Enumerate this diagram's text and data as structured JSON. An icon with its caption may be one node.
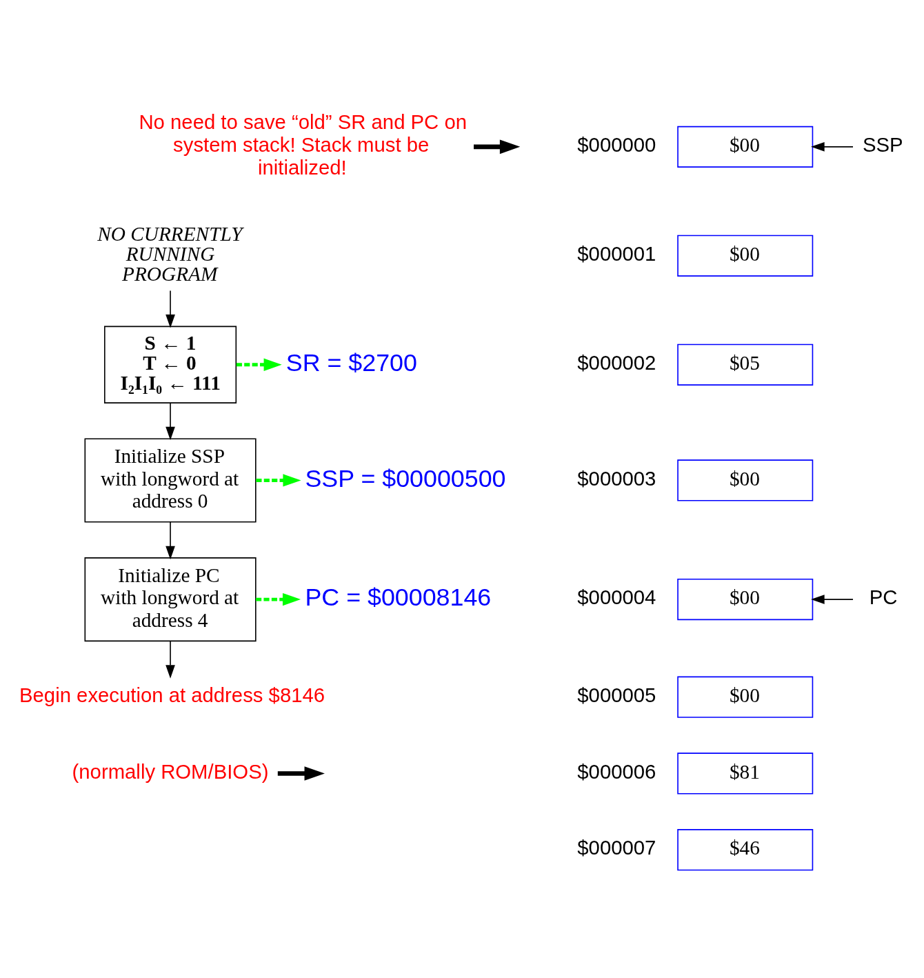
{
  "diagram": {
    "nodes": [
      {
        "text": [
          "NO CURRENTLY RUNNING PROGRAM"
        ]
      },
      {
        "text": [
          "S ← 1",
          "T ← 0",
          "I₂I₁I₀ ← 111"
        ]
      },
      {
        "text": [
          "SR = $2700"
        ]
      },
      {
        "text": [
          "No need to save “old” SR and PC on system stack! Stack must be initialized!"
        ]
      },
      {
        "text": [
          "Initialize SSP with longword at address 0"
        ]
      },
      {
        "text": [
          "SSP = $00000500"
        ]
      },
      {
        "text": [
          "Initialize PC with longword at address 4"
        ]
      },
      {
        "text": [
          "PC = $00008146"
        ]
      },
      {
        "text": [
          "Begin execution at address $8146"
        ]
      },
      {
        "text": [
          "(normally ROM/BIOS)"
        ]
      },
      {
        "text": [
          "$00"
        ],
        "beside": [
          "$000000"
        ]
      },
      {
        "text": [
          "$00"
        ],
        "beside": [
          "$000001"
        ]
      },
      {
        "text": [
          "$05"
        ],
        "beside": [
          "$000002"
        ]
      },
      {
        "text": [
          "$00"
        ],
        "beside": [
          "$000003"
        ]
      },
      {
        "text": [
          "$00"
        ],
        "beside": [
          "$000004"
        ]
      },
      {
        "text": [
          "$00"
        ],
        "beside": [
          "$000005"
        ]
      },
      {
        "text": [
          "$81"
        ],
        "beside": [
          "$000006"
        ]
      },
      {
        "text": [
          "$46"
        ],
        "beside": [
          "$000007"
        ]
      },
      {
        "text": [
          "SSP"
        ]
      },
      {
        "text": [
          "PC"
        ]
      }
    ],
    "edges": [
      {
        "from": 0,
        "to": 1,
        "arrow": "to"
      },
      {
        "from": 1,
        "to": 4,
        "arrow": "to"
      },
      {
        "from": 4,
        "to": 6,
        "arrow": "to"
      },
      {
        "from": 6,
        "to": 8,
        "arrow": "to"
      },
      {
        "from": 1,
        "to": 2,
        "arrow": "to",
        "style": "dashed",
        "color": "#00ff00"
      },
      {
        "from": 4,
        "to": 5,
        "arrow": "to",
        "style": "dashed",
        "color": "#00ff00"
      },
      {
        "from": 6,
        "to": 7,
        "arrow": "to",
        "style": "dashed",
        "color": "#00ff00"
      },
      {
        "from": 3,
        "to": null,
        "arrow": "to",
        "style": "thick"
      },
      {
        "from": 9,
        "to": null,
        "arrow": "to",
        "style": "thick"
      },
      {
        "from": 18,
        "to": 10,
        "arrow": "to"
      },
      {
        "from": 19,
        "to": 14,
        "arrow": "to"
      }
    ]
  }
}
